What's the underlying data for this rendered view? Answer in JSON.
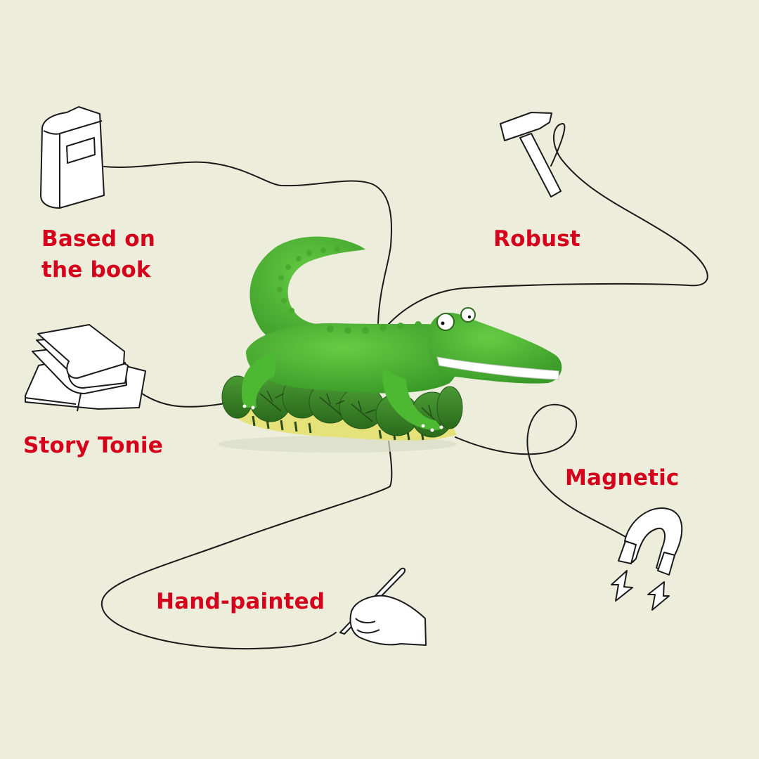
{
  "colors": {
    "background": "#eceedb",
    "label": "#d4001c",
    "line": "#1a1a1a",
    "figure_green": "#4db832",
    "figure_dark_green": "#2f7a22",
    "leaf_green": "#3f8a2a",
    "stripe_yellow": "#e6e27a"
  },
  "product": {
    "name": "crocodile-story-tonie-figure"
  },
  "features": [
    {
      "id": "based-on-book",
      "lines": [
        "Based on",
        "the book"
      ],
      "icon": "book-icon"
    },
    {
      "id": "robust",
      "lines": [
        "Robust"
      ],
      "icon": "hammer-icon"
    },
    {
      "id": "story-tonie",
      "lines": [
        "Story Tonie"
      ],
      "icon": "stack-of-books-icon"
    },
    {
      "id": "magnetic",
      "lines": [
        "Magnetic"
      ],
      "icon": "magnet-icon"
    },
    {
      "id": "hand-painted",
      "lines": [
        "Hand-painted"
      ],
      "icon": "hand-with-brush-icon"
    }
  ]
}
